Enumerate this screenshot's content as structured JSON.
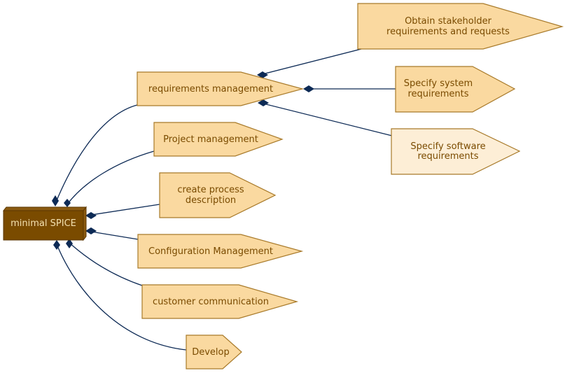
{
  "root": {
    "label": "minimal SPICE"
  },
  "level1": [
    {
      "id": "req",
      "label": "requirements management"
    },
    {
      "id": "proj",
      "label": "Project management"
    },
    {
      "id": "create",
      "lines": [
        "create process",
        "description"
      ]
    },
    {
      "id": "config",
      "label": "Configuration Management"
    },
    {
      "id": "customer",
      "label": "customer communication"
    },
    {
      "id": "develop",
      "label": "Develop"
    }
  ],
  "level2": [
    {
      "id": "stake",
      "lines": [
        "Obtain stakeholder",
        "requirements and requests"
      ]
    },
    {
      "id": "system",
      "lines": [
        "Specify system",
        "requirements"
      ]
    },
    {
      "id": "software",
      "lines": [
        "Specify software",
        "requirements"
      ]
    }
  ],
  "colors": {
    "node_fill": "#fad9a0",
    "node_fill_light": "#fdeed6",
    "node_stroke": "#a87a2a",
    "root_fill": "#7a4b00",
    "root_text": "#f3e0b0",
    "edge": "#0d2a55"
  }
}
